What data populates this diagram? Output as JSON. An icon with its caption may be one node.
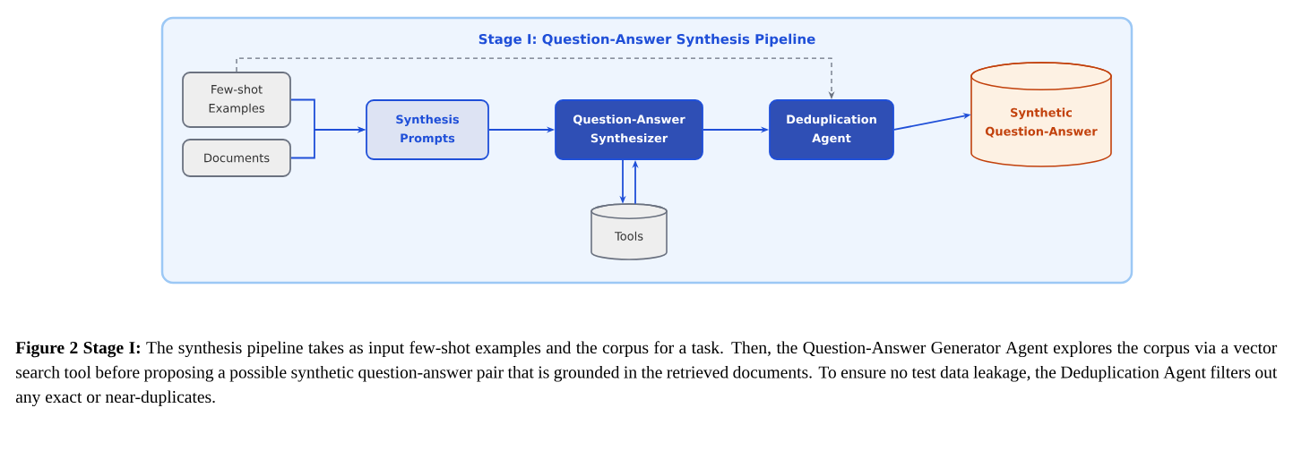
{
  "diagram": {
    "caption": "**Figure 2** **Stage I:** The synthesis pipeline takes as input few-shot examples and the corpus for a task. Then, the Question-Answer Generator Agent explores the corpus via a vector search tool before proposing a possible synthetic question-answer pair that is grounded in the retrieved documents. To ensure no test data leakage, the Deduplication Agent filters out any exact or near-duplicates.",
    "nodes": [
      {
        "text": [
          "Stage I: Question-Answer Synthesis Pipeline"
        ]
      },
      {
        "text": [
          "Few-shot Examples"
        ],
        "in": 0
      },
      {
        "text": [
          "Documents"
        ],
        "in": 0
      },
      {
        "text": [
          "Synthesis Prompts"
        ],
        "in": 0
      },
      {
        "text": [
          "Question-Answer Synthesizer"
        ],
        "in": 0
      },
      {
        "text": [
          "Tools"
        ],
        "in": 0
      },
      {
        "text": [
          "Deduplication Agent"
        ],
        "in": 0
      },
      {
        "text": [
          "Synthetic Question-Answer"
        ],
        "in": 0
      }
    ],
    "edges": [
      {
        "from": 1,
        "to": 3,
        "arrow": "to"
      },
      {
        "from": 2,
        "to": 3,
        "arrow": "to"
      },
      {
        "from": 3,
        "to": 4,
        "arrow": "to"
      },
      {
        "from": 4,
        "to": 5,
        "arrow": "to"
      },
      {
        "from": 5,
        "to": 4,
        "arrow": "to"
      },
      {
        "from": 4,
        "to": 6,
        "arrow": "to"
      },
      {
        "from": 1,
        "to": 6,
        "arrow": "to",
        "style": "dashed",
        "color": "#6b7280"
      },
      {
        "from": 6,
        "to": 7,
        "arrow": "to"
      }
    ]
  }
}
